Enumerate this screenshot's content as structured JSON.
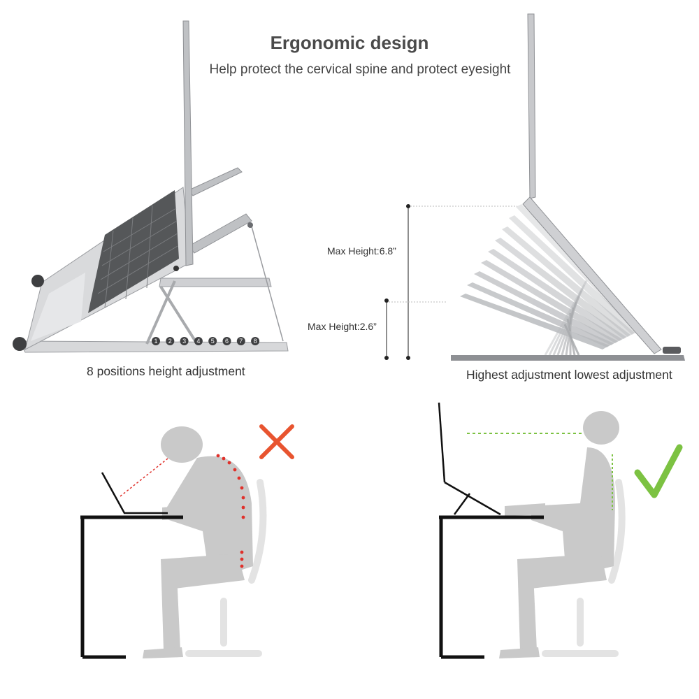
{
  "header": {
    "title": "Ergonomic design",
    "subtitle": "Help protect the cervical spine and protect eyesight"
  },
  "left_panel": {
    "caption": "8 positions height adjustment",
    "positions": [
      "1",
      "2",
      "3",
      "4",
      "5",
      "6",
      "7",
      "8"
    ]
  },
  "right_panel": {
    "caption": "Highest adjustment lowest adjustment",
    "max_height_label": "Max Height:6.8”",
    "min_height_label": "Max Height:2.6”"
  },
  "posture": {
    "bad_icon": "cross-icon",
    "good_icon": "checkmark-icon",
    "colors": {
      "bad": "#e8542f",
      "good": "#7cc242",
      "bad_dots": "#e0302a",
      "figure": "#c9c9c9"
    }
  }
}
